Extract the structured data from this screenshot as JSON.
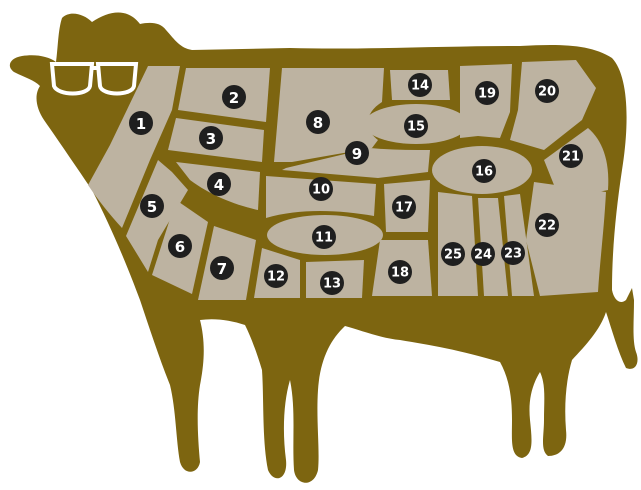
{
  "colors": {
    "body": "#7d6510",
    "cut_fill": "#bdb3a1",
    "marker": "#1f1f1f",
    "marker_text": "#ffffff",
    "glasses": "#ffffff"
  },
  "cuts": [
    {
      "id": "cut-1",
      "label": "1"
    },
    {
      "id": "cut-2",
      "label": "2"
    },
    {
      "id": "cut-3",
      "label": "3"
    },
    {
      "id": "cut-4",
      "label": "4"
    },
    {
      "id": "cut-5",
      "label": "5"
    },
    {
      "id": "cut-6",
      "label": "6"
    },
    {
      "id": "cut-7",
      "label": "7"
    },
    {
      "id": "cut-8",
      "label": "8"
    },
    {
      "id": "cut-9",
      "label": "9"
    },
    {
      "id": "cut-10",
      "label": "10"
    },
    {
      "id": "cut-11",
      "label": "11"
    },
    {
      "id": "cut-12",
      "label": "12"
    },
    {
      "id": "cut-13",
      "label": "13"
    },
    {
      "id": "cut-14",
      "label": "14"
    },
    {
      "id": "cut-15",
      "label": "15"
    },
    {
      "id": "cut-16",
      "label": "16"
    },
    {
      "id": "cut-17",
      "label": "17"
    },
    {
      "id": "cut-18",
      "label": "18"
    },
    {
      "id": "cut-19",
      "label": "19"
    },
    {
      "id": "cut-20",
      "label": "20"
    },
    {
      "id": "cut-21",
      "label": "21"
    },
    {
      "id": "cut-22",
      "label": "22"
    },
    {
      "id": "cut-23",
      "label": "23"
    },
    {
      "id": "cut-24",
      "label": "24"
    },
    {
      "id": "cut-25",
      "label": "25"
    }
  ]
}
